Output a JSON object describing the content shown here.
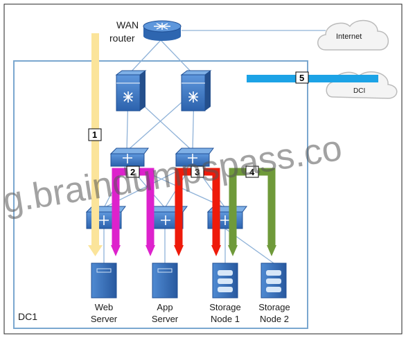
{
  "labels": {
    "wan_line1": "WAN",
    "wan_line2": "router",
    "internet": "Internet",
    "dci": "DCI",
    "dc1": "DC1",
    "web_l1": "Web",
    "web_l2": "Server",
    "app_l1": "App",
    "app_l2": "Server",
    "s1_l1": "Storage",
    "s1_l2": "Node 1",
    "s2_l1": "Storage",
    "s2_l2": "Node 2"
  },
  "paths": [
    {
      "number": "1",
      "color": "#fbe49a"
    },
    {
      "number": "2",
      "color": "#dd22cc"
    },
    {
      "number": "3",
      "color": "#ee1a0a"
    },
    {
      "number": "4",
      "color": "#6f9a3a"
    },
    {
      "number": "5",
      "color": "#1ca3e6"
    }
  ],
  "watermark": "g.braindumpspass.co",
  "colors": {
    "device_blue": "#3f7cc8",
    "device_dark": "#1f4f95",
    "frame": "#7aa7cf",
    "link": "#8fb2d8"
  }
}
